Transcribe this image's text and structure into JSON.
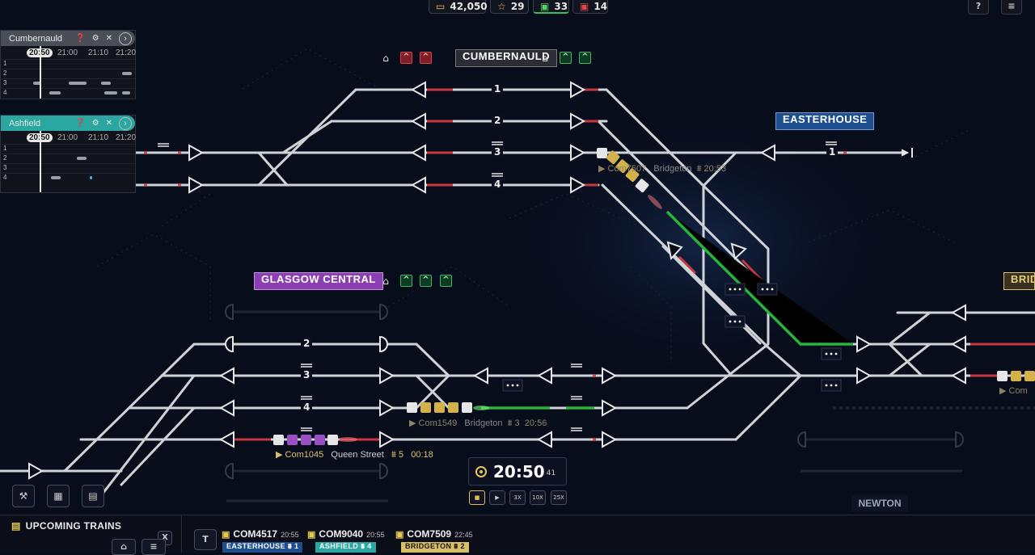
{
  "top_stats": {
    "money": "42,050",
    "stars": "29",
    "trains": "33",
    "incidents": "14"
  },
  "top_buttons": {
    "help": "?",
    "menu": "≡"
  },
  "timetables": [
    {
      "name": "Cumbernauld",
      "color": "#4a4e57",
      "times": [
        "20:50",
        "21:00",
        "21:10",
        "21:20"
      ],
      "rows": [
        "1",
        "2",
        "3",
        "4"
      ]
    },
    {
      "name": "Ashfield",
      "color": "#2aa7a0",
      "times": [
        "20:50",
        "21:00",
        "21:10",
        "21:20"
      ],
      "rows": [
        "1",
        "2",
        "3",
        "4"
      ]
    }
  ],
  "stations": {
    "cumbernauld": {
      "label": "CUMBERNAULD",
      "color": "#2a2d36"
    },
    "easterhouse": {
      "label": "EASTERHOUSE",
      "color": "#1d4f8f"
    },
    "glasgow_central": {
      "label": "GLASGOW CENTRAL",
      "color": "#8b3fb0"
    },
    "bridgeton": {
      "label": "BRID",
      "color": "#d8c06a"
    },
    "newton": {
      "label": "NEWTON"
    }
  },
  "tracks": {
    "cumbernauld": [
      "1",
      "2",
      "3",
      "4"
    ],
    "easterhouse": [
      "1"
    ],
    "glasgow_central": [
      "2",
      "3",
      "4"
    ]
  },
  "trains_on_map": [
    {
      "id": "Com1045",
      "dest": "Queen Street",
      "platform": "5",
      "time": "00:18"
    },
    {
      "id": "Com1549",
      "dest": "Bridgeton",
      "platform": "3",
      "time": "20:56"
    },
    {
      "id": "Com7507",
      "dest": "Bridgeton",
      "time": "20:53"
    },
    {
      "id": "Com"
    }
  ],
  "clock": {
    "time": "20:50",
    "seconds": "41"
  },
  "speed_buttons": [
    "■",
    "▶",
    "3X",
    "10X",
    "25X"
  ],
  "bottom_bar": {
    "title": "UPCOMING TRAINS",
    "close": "X",
    "tab_label": "T",
    "upcoming": [
      {
        "id": "COM4517",
        "time": "20:55",
        "dest": "EASTERHOUSE",
        "platform": "1",
        "dest_color": "#1d4f8f"
      },
      {
        "id": "COM9040",
        "time": "20:55",
        "dest": "ASHFIELD",
        "platform": "4",
        "dest_color": "#2aa7a0"
      },
      {
        "id": "COM7509",
        "time": "22:45",
        "dest": "BRIDGETON",
        "platform": "2",
        "dest_color": "#d8c06a"
      }
    ]
  },
  "colors": {
    "track": "#cfd3d8",
    "signal_red": "#d7424a",
    "signal_green": "#3fb762",
    "route_green": "#28b33c",
    "train_gold": "#d4b24a",
    "train_purple": "#9a4fc4",
    "background": "#080d1b"
  }
}
